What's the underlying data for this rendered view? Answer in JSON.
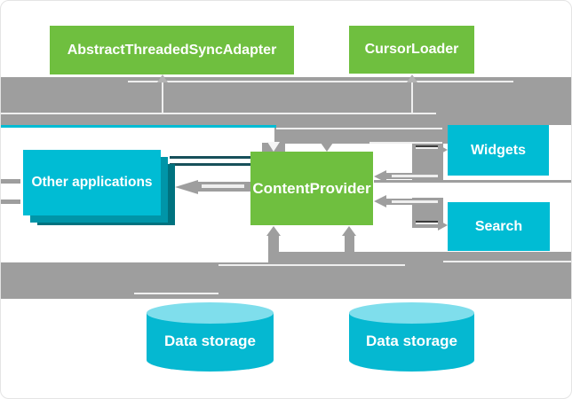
{
  "nodes": {
    "sync_adapter": {
      "label": "AbstractThreadedSyncAdapter"
    },
    "cursor_loader": {
      "label": "CursorLoader"
    },
    "content_provider": {
      "label": "ContentProvider"
    },
    "other_applications": {
      "label": "Other applications"
    },
    "widgets": {
      "label": "Widgets"
    },
    "search": {
      "label": "Search"
    },
    "data_storage_left": {
      "label": "Data storage"
    },
    "data_storage_right": {
      "label": "Data storage"
    }
  },
  "colors": {
    "node_green": "#6fbf3f",
    "node_cyan": "#00bcd4",
    "stack_shadow_1": "#0095a8",
    "stack_shadow_2": "#00727f",
    "connector_gray": "#9e9e9e",
    "cylinder_top": "#7fdeec",
    "text": "#ffffff"
  },
  "relationships": [
    {
      "from": "AbstractThreadedSyncAdapter",
      "to": "ContentProvider",
      "direction": "down"
    },
    {
      "from": "CursorLoader",
      "to": "ContentProvider",
      "direction": "down"
    },
    {
      "from": "ContentProvider",
      "to": "Other applications",
      "direction": "left"
    },
    {
      "from": "ContentProvider",
      "to": "Widgets",
      "direction": "right"
    },
    {
      "from": "Widgets",
      "to": "ContentProvider",
      "direction": "left"
    },
    {
      "from": "ContentProvider",
      "to": "Search",
      "direction": "right"
    },
    {
      "from": "Search",
      "to": "ContentProvider",
      "direction": "left"
    },
    {
      "from": "Data storage",
      "to": "ContentProvider",
      "direction": "up"
    }
  ]
}
